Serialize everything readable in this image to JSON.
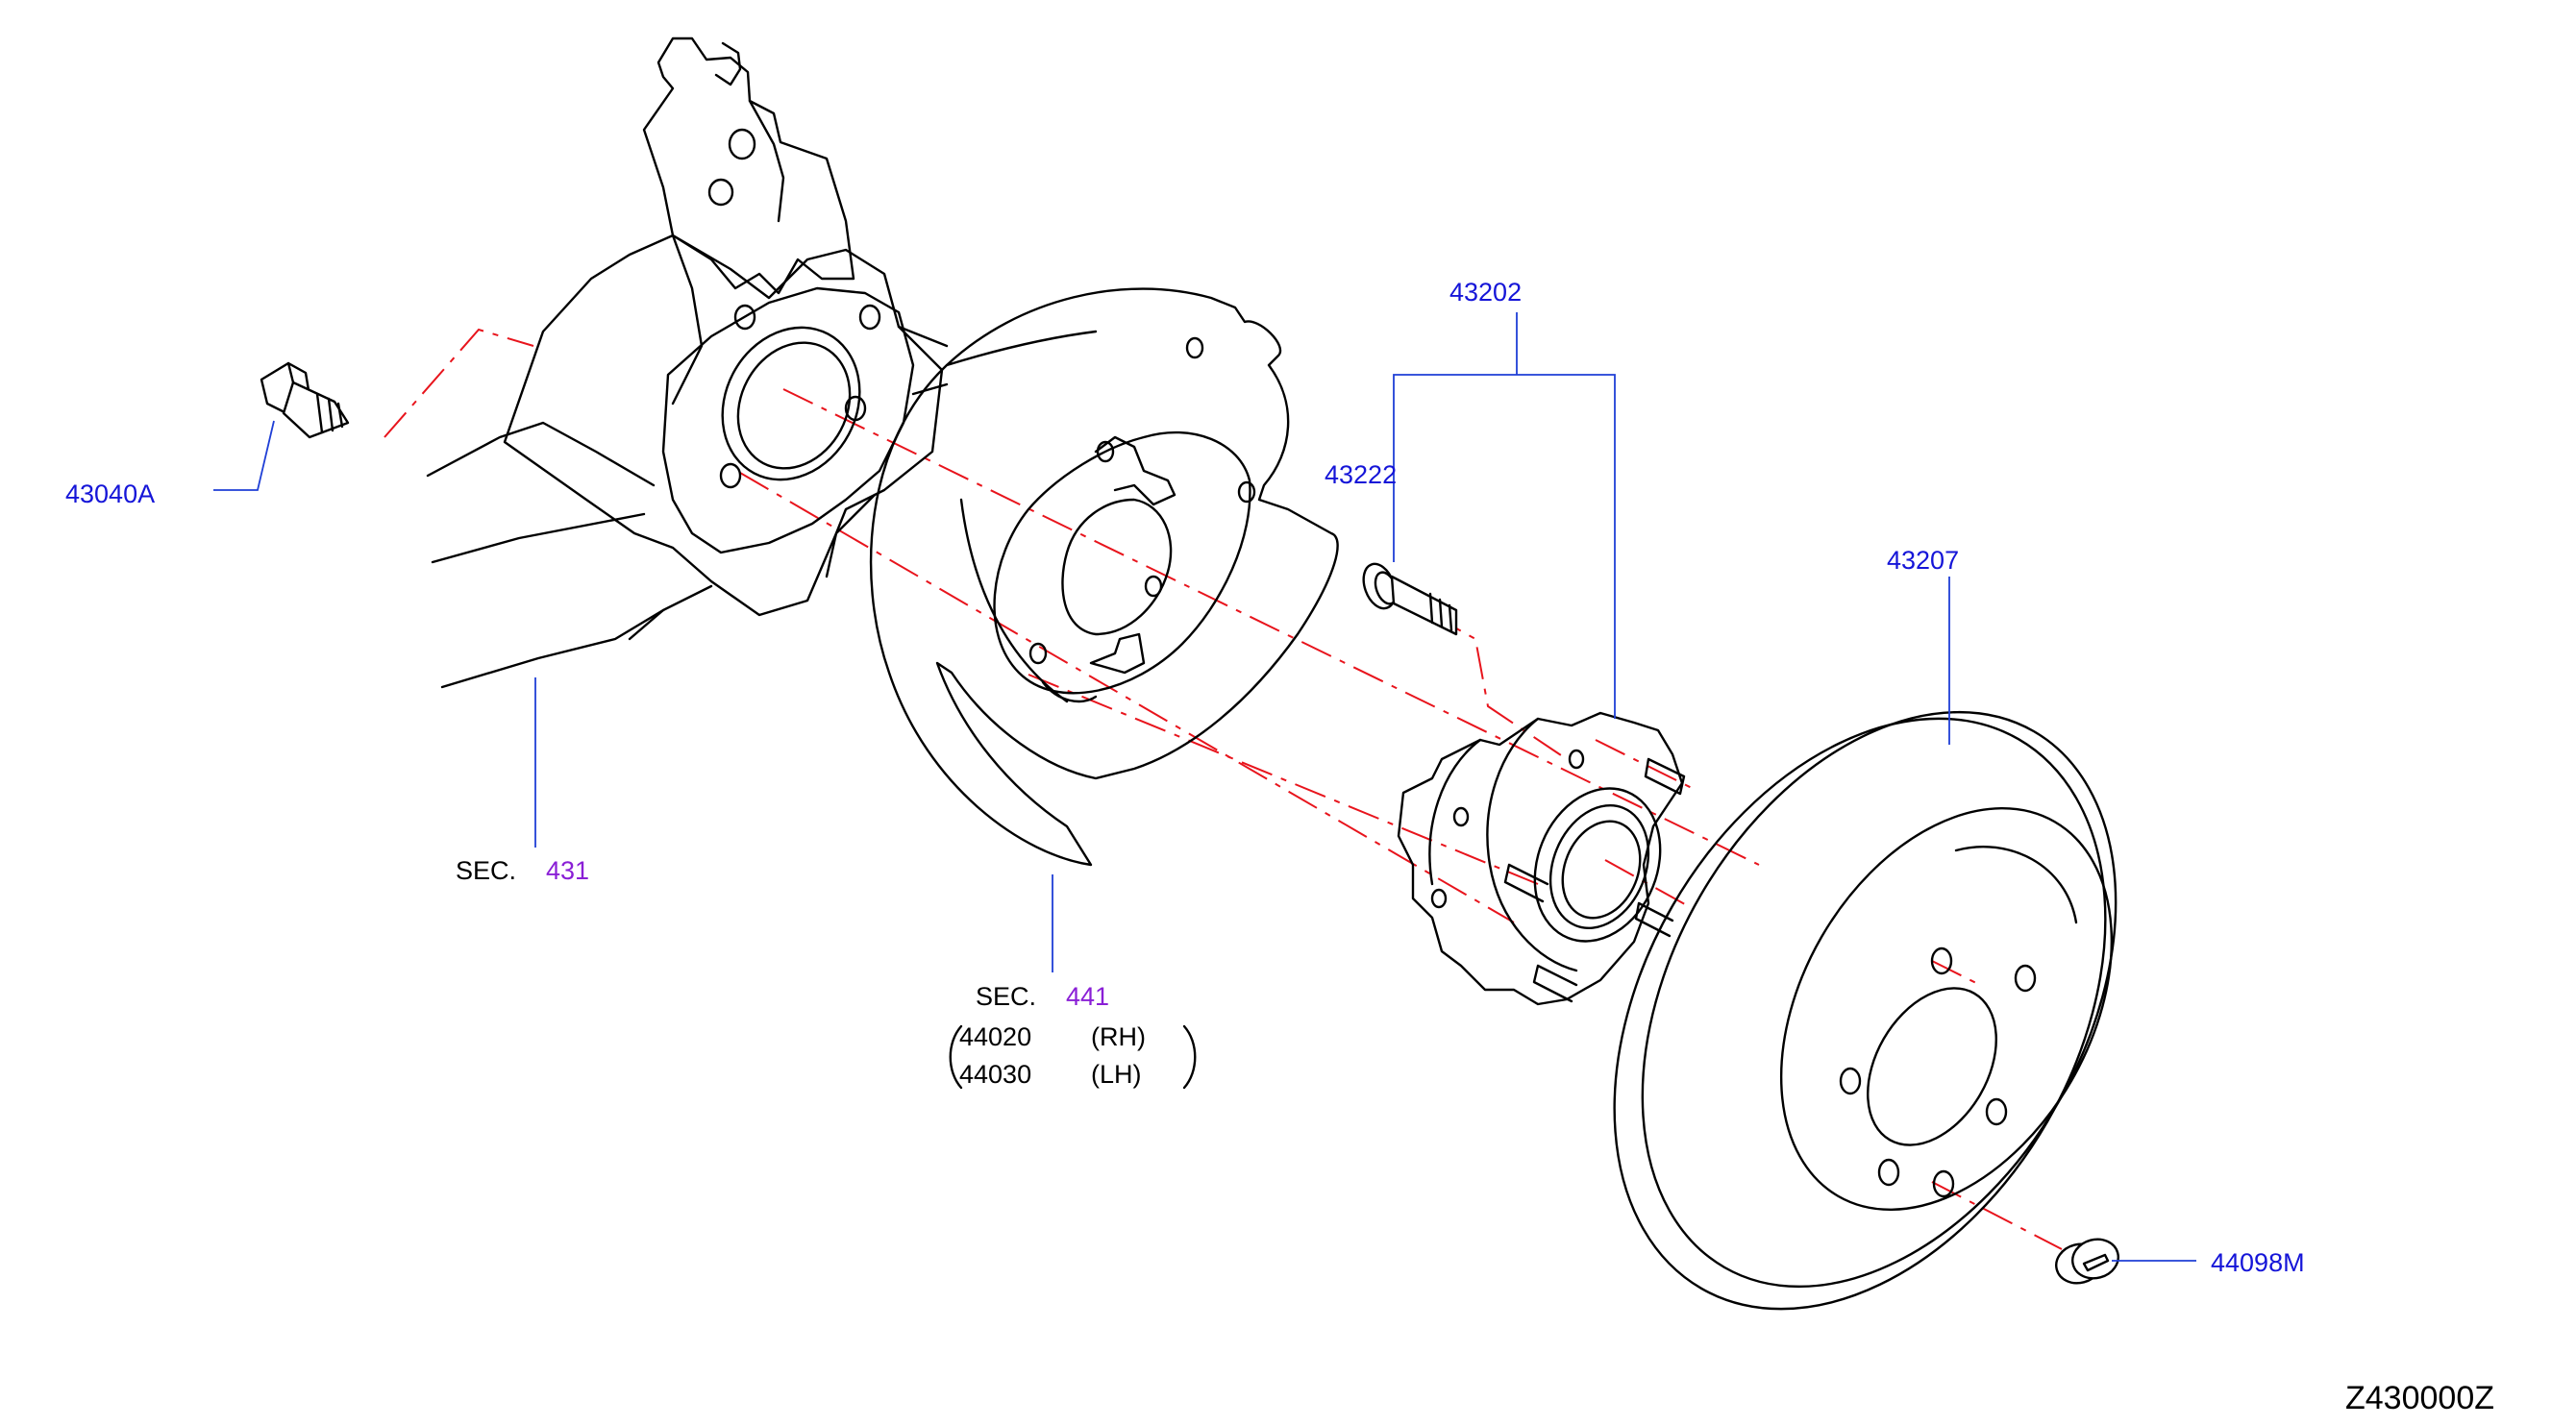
{
  "labels": {
    "bolt_knuckle": "43040A",
    "hub_assembly": "43202",
    "hub_bolt": "43222",
    "rotor": "43207",
    "plug": "44098M",
    "sec_knuckle_prefix": "SEC.",
    "sec_knuckle_num": "431",
    "sec_plate_prefix": "SEC.",
    "sec_plate_num": "441",
    "plate_rh_part": "44020",
    "plate_rh_side": "(RH)",
    "plate_lh_part": "44030",
    "plate_lh_side": "(LH)",
    "diagram_code": "Z430000Z"
  },
  "colors": {
    "part_number": "#1515d8",
    "section_number": "#8a1fd6",
    "centerline": "#e8141c",
    "leader": "#1f3fd6",
    "line_art": "#000000"
  }
}
